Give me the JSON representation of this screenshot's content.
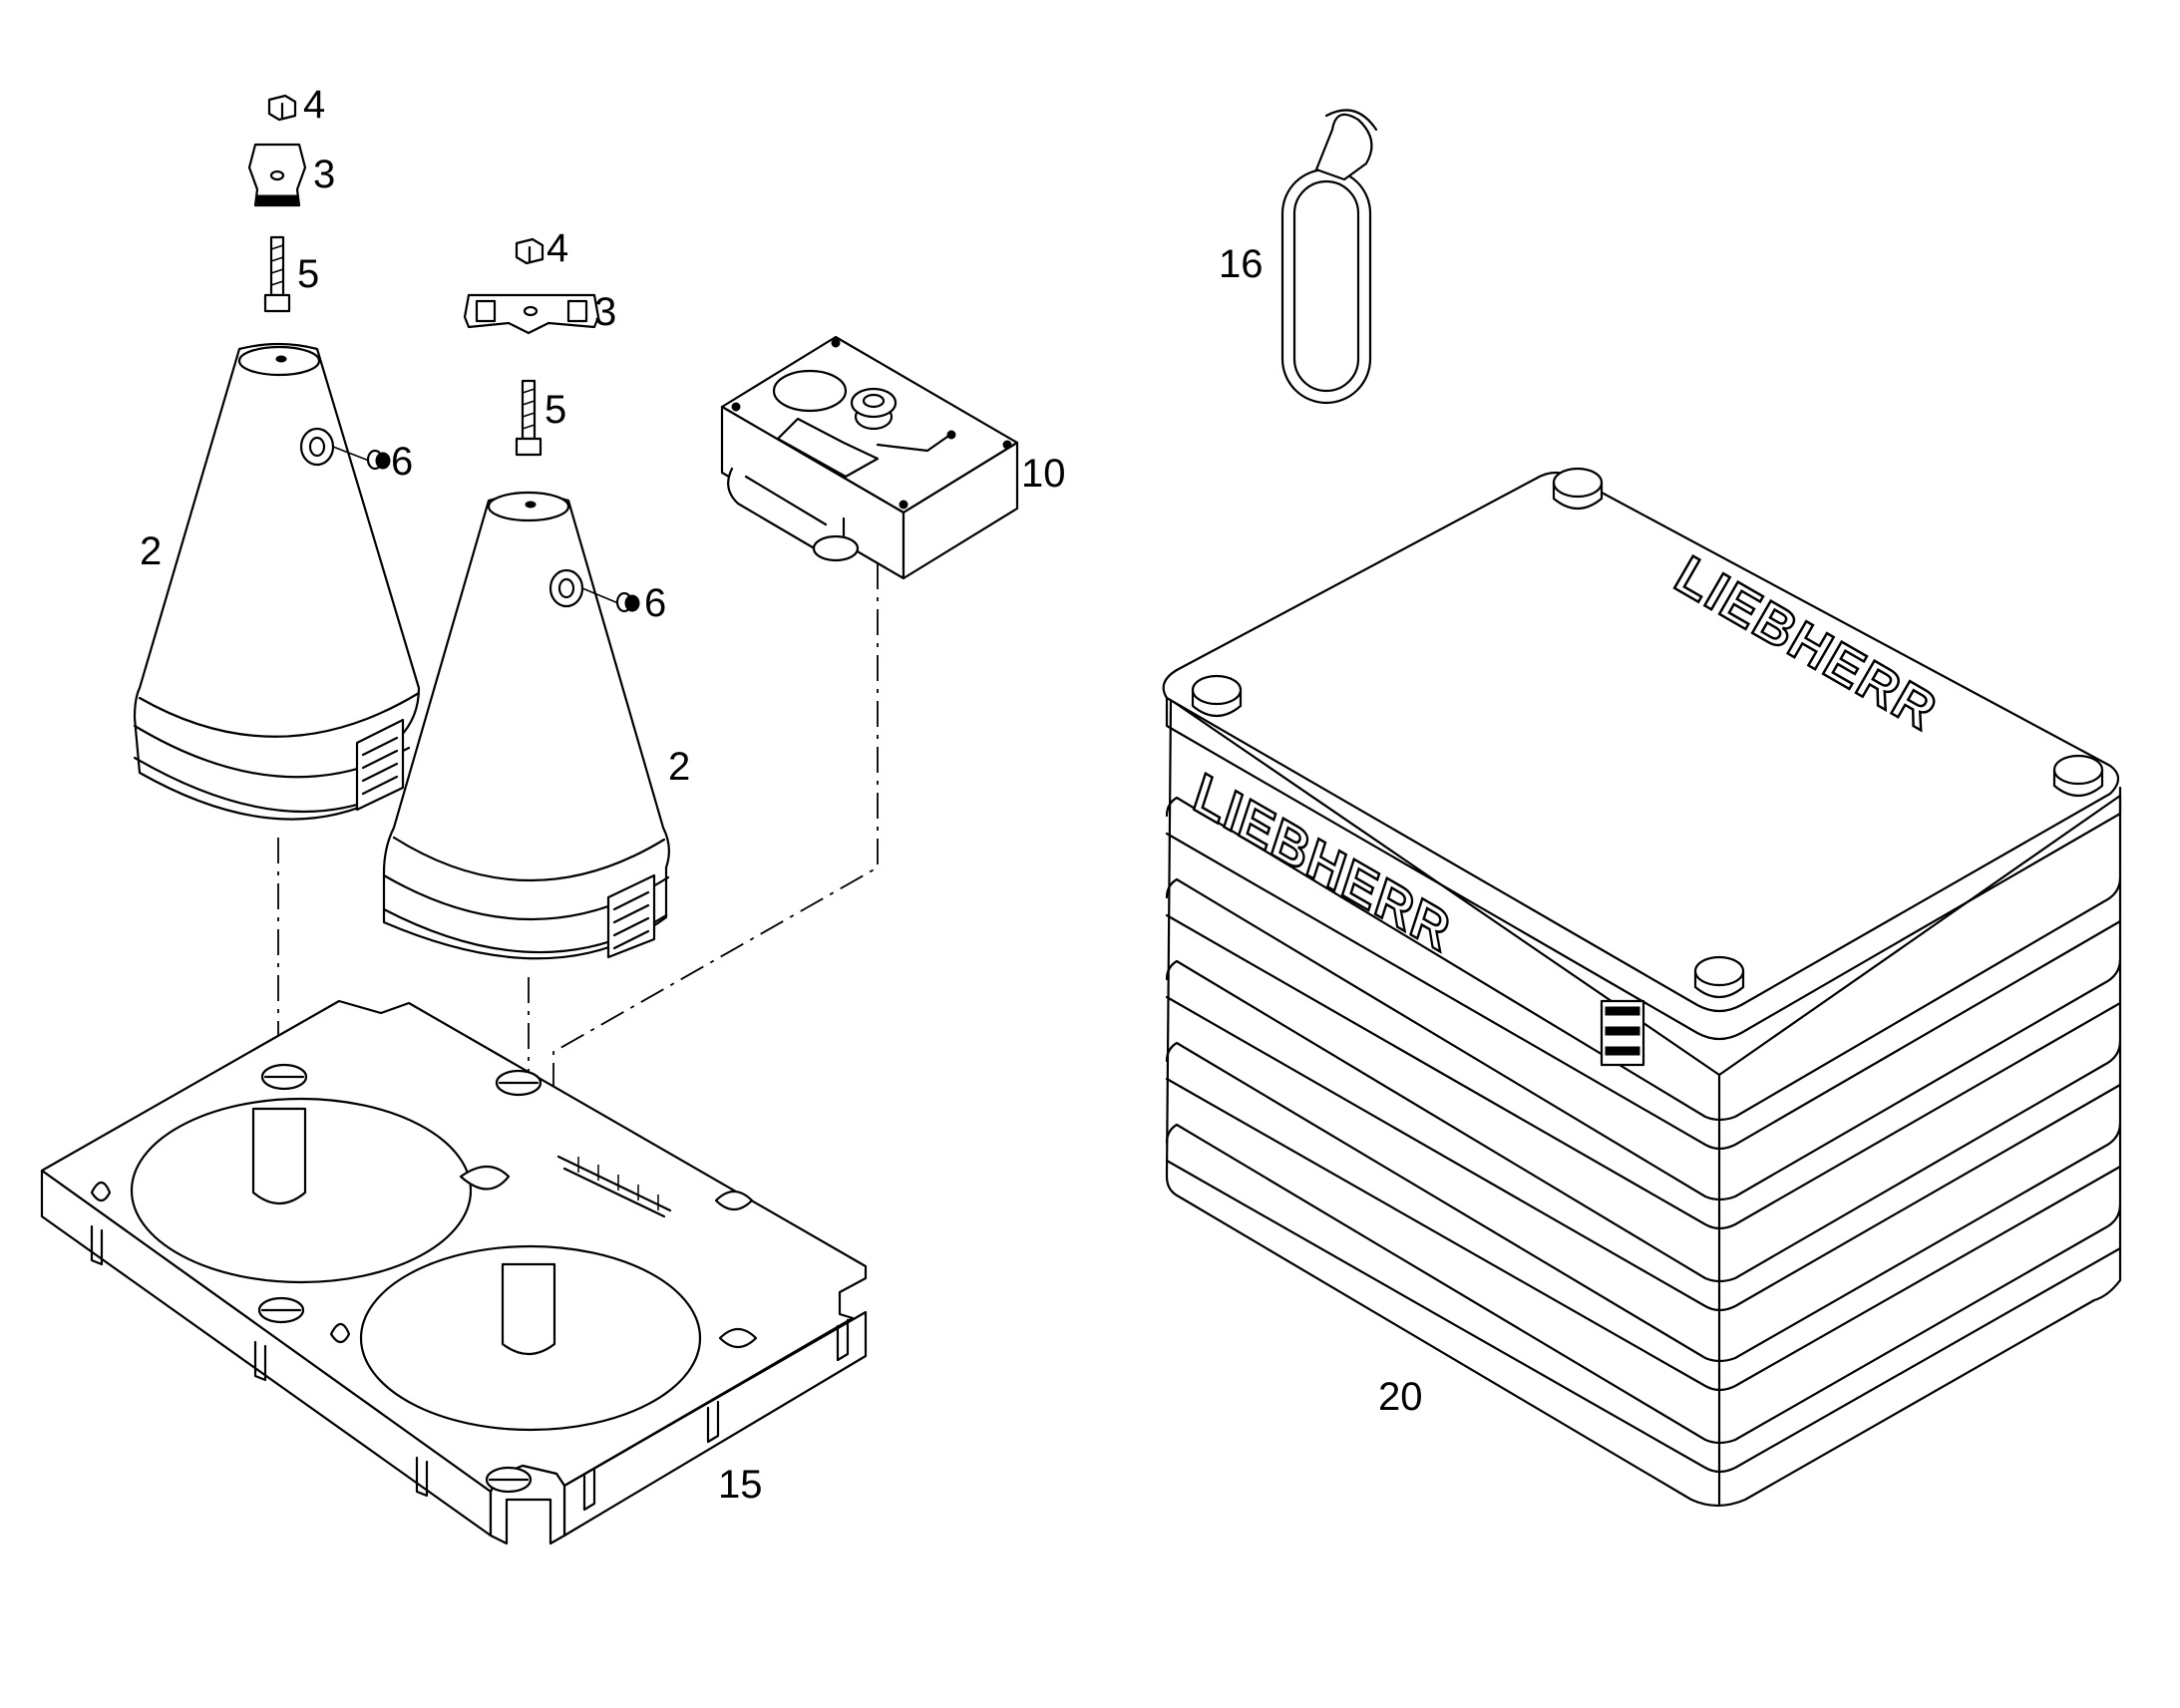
{
  "labels": {
    "nut_a": "4",
    "clamp_a": "3",
    "bolt_a": "5",
    "screw_a": "6",
    "cone_a": "2",
    "nut_b": "4",
    "clamp_b": "3",
    "bolt_b": "5",
    "screw_b": "6",
    "cone_b": "2",
    "control_box": "10",
    "tray": "15",
    "strap": "16",
    "case": "20"
  },
  "branding": {
    "lid_logo": "LIEBHERR",
    "side_logo": "LIEBHERR"
  }
}
